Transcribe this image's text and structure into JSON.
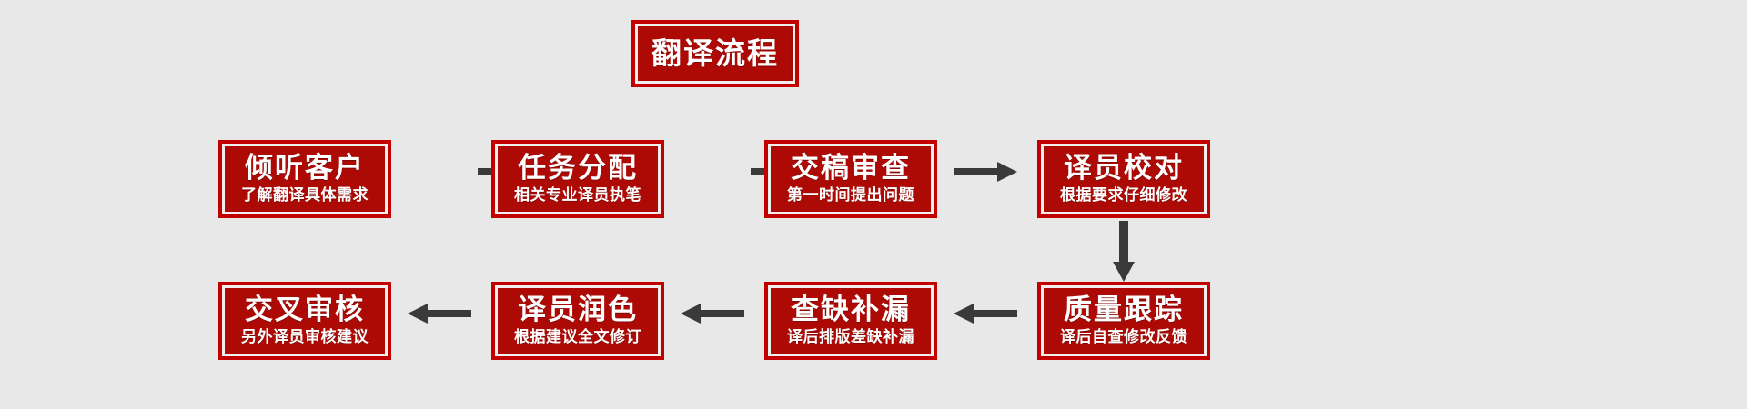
{
  "diagram": {
    "title": "翻译流程",
    "background_color": "#e8e8e8",
    "box_fill_color": "#ad0a06",
    "box_border_color": "#c20000",
    "box_inner_line_color": "#f2eeee",
    "arrow_color": "#3a3a3a",
    "text_color": "#ffffff"
  },
  "banner": {
    "label": "翻译流程"
  },
  "rows": [
    {
      "direction": "left-to-right",
      "steps": [
        {
          "title": "倾听客户",
          "subtitle": "了解翻译具体需求"
        },
        {
          "title": "任务分配",
          "subtitle": "相关专业译员执笔"
        },
        {
          "title": "交稿审查",
          "subtitle": "第一时间提出问题"
        },
        {
          "title": "译员校对",
          "subtitle": "根据要求仔细修改"
        }
      ]
    },
    {
      "direction": "right-to-left",
      "steps": [
        {
          "title": "交叉审核",
          "subtitle": "另外译员审核建议"
        },
        {
          "title": "译员润色",
          "subtitle": "根据建议全文修订"
        },
        {
          "title": "查缺补漏",
          "subtitle": "译后排版差缺补漏"
        },
        {
          "title": "质量跟踪",
          "subtitle": "译后自查修改反馈"
        }
      ]
    }
  ],
  "connectors": [
    {
      "name": "arrow-row1-step1-to-step2",
      "direction": "right"
    },
    {
      "name": "arrow-row1-step2-to-step3",
      "direction": "right"
    },
    {
      "name": "arrow-row1-step3-to-step4",
      "direction": "right"
    },
    {
      "name": "arrow-row1-to-row2",
      "direction": "down"
    },
    {
      "name": "arrow-row2-step4-to-step3",
      "direction": "left"
    },
    {
      "name": "arrow-row2-step3-to-step2",
      "direction": "left"
    },
    {
      "name": "arrow-row2-step2-to-step1",
      "direction": "left"
    }
  ]
}
